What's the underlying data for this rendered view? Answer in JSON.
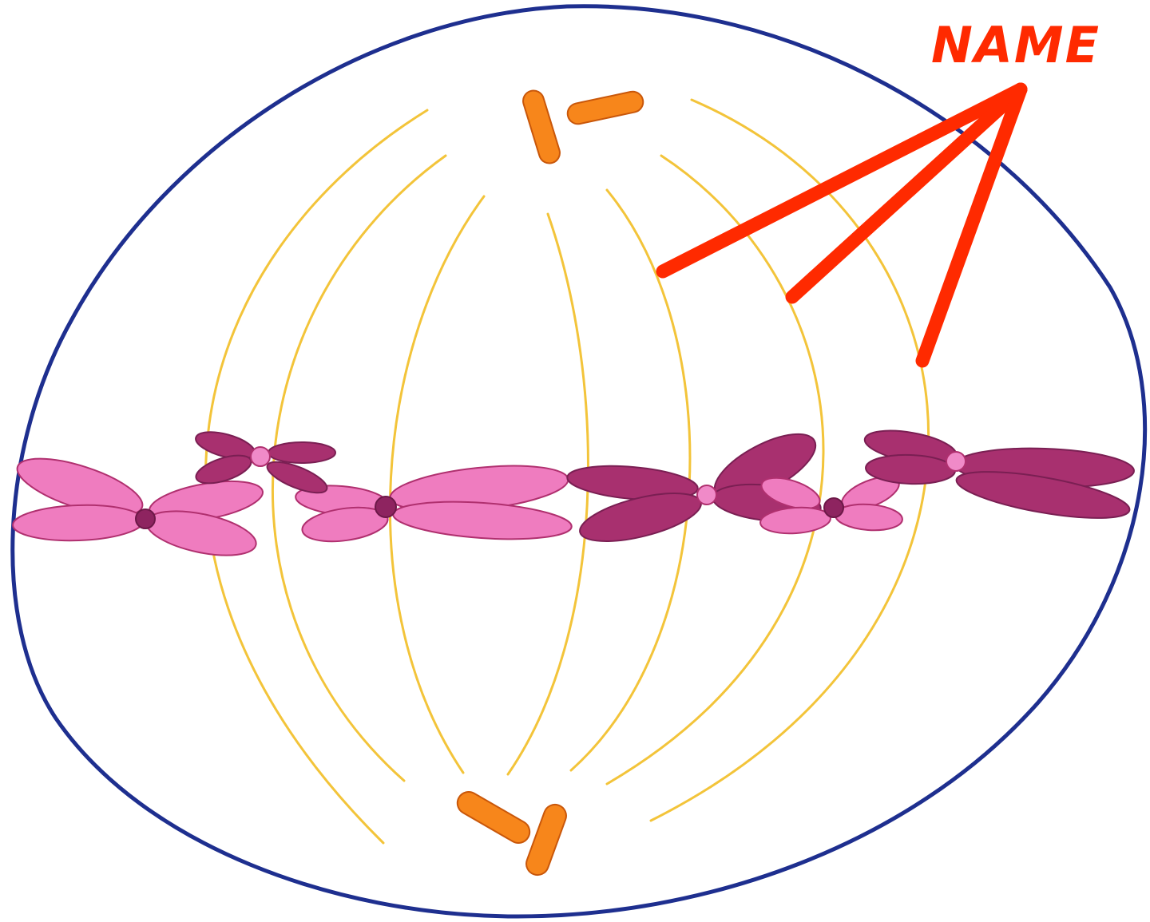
{
  "diagram": {
    "label": "NAME",
    "colors": {
      "cell_membrane": "#1e2f8f",
      "spindle_fibers": "#f3c43a",
      "centrioles": "#f7861b",
      "chromosome_light": "#ef7cbf",
      "chromosome_dark": "#a8306f",
      "centromere_dark": "#8e2460",
      "centromere_light": "#f08ac8",
      "annotation": "#ff2a00",
      "background": "#ffffff"
    },
    "icons": {
      "cell": "cell-membrane-outline",
      "fibers": "spindle-fiber-lines",
      "centrioles": "centriole-pair",
      "chromosomes": "x-shaped-chromosome",
      "pointer": "three-pronged-arrow"
    }
  }
}
